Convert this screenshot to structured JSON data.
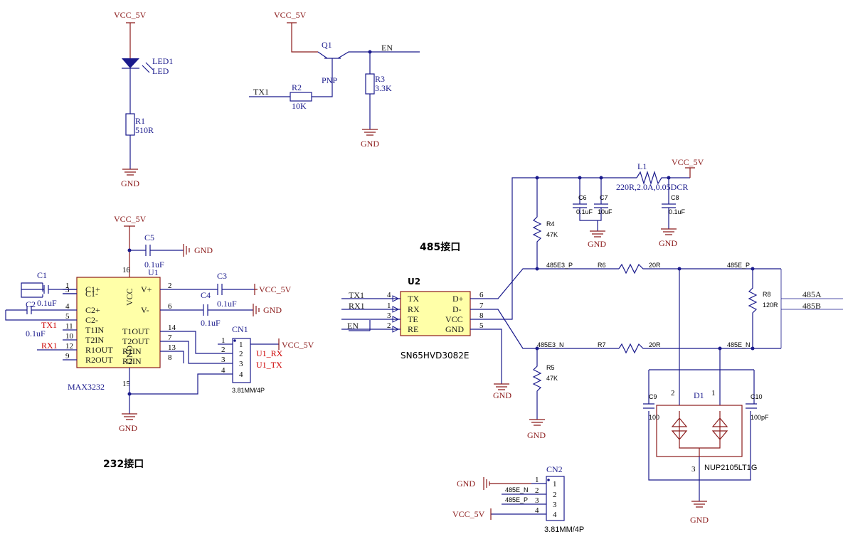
{
  "power": {
    "vcc": "VCC_5V",
    "gnd": "GND"
  },
  "led_circuit": {
    "led_ref": "LED1",
    "led_val": "LED",
    "r_ref": "R1",
    "r_val": "510R"
  },
  "en_circuit": {
    "q_ref": "Q1",
    "q_type": "PNP",
    "r2_ref": "R2",
    "r2_val": "10K",
    "r3_ref": "R3",
    "r3_val": "3.3K",
    "tx": "TX1",
    "en": "EN"
  },
  "max232": {
    "ref": "U1",
    "part": "MAX3232",
    "section_label": "232接口",
    "left_pins": [
      {
        "num": "1",
        "name": "C1+"
      },
      {
        "num": "3",
        "name": "C1-"
      },
      {
        "num": "4",
        "name": "C2+"
      },
      {
        "num": "5",
        "name": "C2-"
      },
      {
        "num": "11",
        "name": "T1IN"
      },
      {
        "num": "10",
        "name": "T2IN"
      },
      {
        "num": "12",
        "name": "R1OUT"
      },
      {
        "num": "9",
        "name": "R2OUT"
      }
    ],
    "right_pins": [
      {
        "num": "2",
        "name": "V+"
      },
      {
        "num": "6",
        "name": "V-"
      },
      {
        "num": "14",
        "name": "T1OUT"
      },
      {
        "num": "7",
        "name": "T2OUT"
      },
      {
        "num": "13",
        "name": "R1IN"
      },
      {
        "num": "8",
        "name": "R2IN"
      }
    ],
    "vcc_pin": "16",
    "gnd_pin": "15",
    "vcc_name": "VCC",
    "gnd_name": "GND",
    "caps": {
      "c1": "C1",
      "c2": "C2",
      "c3": "C3",
      "c4": "C4",
      "c5": "C5",
      "val": "0.1uF"
    },
    "tx": "TX1",
    "rx": "RX1"
  },
  "cn1": {
    "ref": "CN1",
    "footprint": "3.81MM/4P",
    "pins": [
      "1",
      "2",
      "3",
      "4"
    ],
    "net_rx": "U1_RX",
    "net_tx": "U1_TX",
    "vcc": "VCC_5V"
  },
  "rs485": {
    "section_label": "485接口",
    "ref": "U2",
    "part": "SN65HVD3082E",
    "left_pins": [
      {
        "num": "4",
        "name": "TX",
        "net": "TX1"
      },
      {
        "num": "1",
        "name": "RX",
        "net": "RX1"
      },
      {
        "num": "3",
        "name": "TE",
        "net": ""
      },
      {
        "num": "2",
        "name": "RE",
        "net": ""
      }
    ],
    "right_pins": [
      {
        "num": "6",
        "name": "D+"
      },
      {
        "num": "7",
        "name": "D-"
      },
      {
        "num": "8",
        "name": "VCC"
      },
      {
        "num": "5",
        "name": "GND"
      }
    ],
    "en": "EN",
    "l1_ref": "L1",
    "l1_val": "220R,2.0A,0.05DCR",
    "c6": "C6",
    "c7": "C7",
    "c8": "C8",
    "c9": "C9",
    "c10": "C10",
    "c6_val": "0.1uF",
    "c7_val": "10uF",
    "c8_val": "0.1uF",
    "c9_val": "100",
    "c10_val": "100pF",
    "r4_ref": "R4",
    "r4_val": "47K",
    "r5_ref": "R5",
    "r5_val": "47K",
    "r6": "R6",
    "r7": "R7",
    "r_val": "20R",
    "r8_ref": "R8",
    "r8_val": "120R",
    "net_e3p": "485E3_P",
    "net_e3n": "485E3_N",
    "net_p": "485E_P",
    "net_n": "485E_N",
    "out_a": "485A",
    "out_b": "485B",
    "d1_ref": "D1",
    "d1_part": "NUP2105LT1G",
    "d1_pins": [
      "2",
      "1",
      "3"
    ]
  },
  "cn2": {
    "ref": "CN2",
    "footprint": "3.81MM/4P",
    "pins": [
      "1",
      "2",
      "3",
      "4"
    ],
    "nets": [
      "GND",
      "485E_N",
      "485E_P",
      "VCC_5V"
    ]
  }
}
